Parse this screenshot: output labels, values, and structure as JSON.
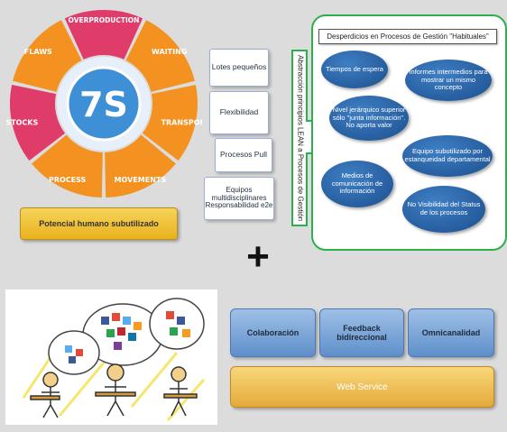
{
  "wheel": {
    "center": "7S",
    "segments": [
      "OVERPRODUCTION",
      "WAITING",
      "TRANSPORT",
      "MOVEMENTS",
      "PROCESS",
      "STOCKS",
      "FLAWS"
    ],
    "colors": {
      "orange": "#f39220",
      "pink": "#e03c6a",
      "center": "#3d8fd6"
    }
  },
  "potential_label": "Potencial humano subutilizado",
  "plus": "+",
  "lean_principles": [
    "Lotes pequeños",
    "Flexibilidad",
    "Procesos Pull",
    "Equipos multidisciplinares Responsabilidad e2e"
  ],
  "arrow_label": "Abstracción principios LEAN a Procesos de Gestión",
  "waste": {
    "title": "Desperdicios en Procesos de Gestión \"Habituales\"",
    "items": [
      "Tiempos de espera",
      "Informes intermedios para mostrar un mismo concepto",
      "Nivel jerárquico superior sólo \"junta información\". No aporta valor",
      "Equipo subutilizado por estanqueidad departamental",
      "Medios de comunicación de información",
      "No Visibilidad del Status de los procesos"
    ]
  },
  "bottom": {
    "buttons": [
      "Colaboración",
      "Feedback bidireccional",
      "Omnicanalidad"
    ],
    "web_service": "Web Service"
  }
}
